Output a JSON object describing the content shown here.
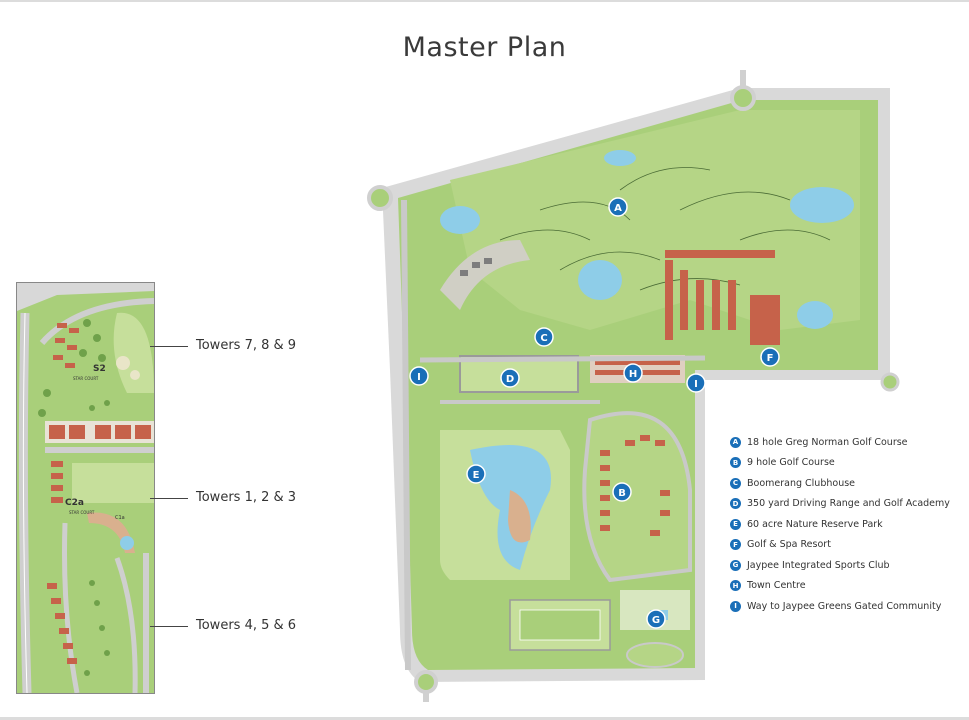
{
  "title": "Master Plan",
  "inset": {
    "labels": {
      "s2": "S2",
      "star_court_top": "STAR COURT",
      "c2a": "C2a",
      "star_court_mid": "STAR COURT",
      "c1a": "C1a"
    },
    "callouts": [
      {
        "text": "Towers 7, 8 & 9"
      },
      {
        "text": "Towers 1, 2 & 3"
      },
      {
        "text": "Towers 4, 5 & 6"
      }
    ]
  },
  "plan": {
    "markers": {
      "A": "A",
      "B": "B",
      "C": "C",
      "D": "D",
      "E": "E",
      "F": "F",
      "G": "G",
      "H": "H",
      "I1": "I",
      "I2": "I"
    }
  },
  "legend": [
    {
      "badge": "A",
      "text": "18 hole Greg Norman Golf Course"
    },
    {
      "badge": "B",
      "text": "9 hole Golf Course"
    },
    {
      "badge": "C",
      "text": "Boomerang Clubhouse"
    },
    {
      "badge": "D",
      "text": "350 yard Driving Range and Golf Academy"
    },
    {
      "badge": "E",
      "text": "60 acre Nature Reserve Park"
    },
    {
      "badge": "F",
      "text": "Golf & Spa Resort"
    },
    {
      "badge": "G",
      "text": "Jaypee Integrated Sports Club"
    },
    {
      "badge": "H",
      "text": "Town Centre"
    },
    {
      "badge": "I",
      "text": "Way to Jaypee Greens Gated Community"
    }
  ],
  "colors": {
    "marker": "#1a6fb8",
    "grass": "#a9cf7a",
    "grass_light": "#c6df9b",
    "water": "#8ecde8",
    "road": "#c9c9c9",
    "building": "#c6624a"
  }
}
